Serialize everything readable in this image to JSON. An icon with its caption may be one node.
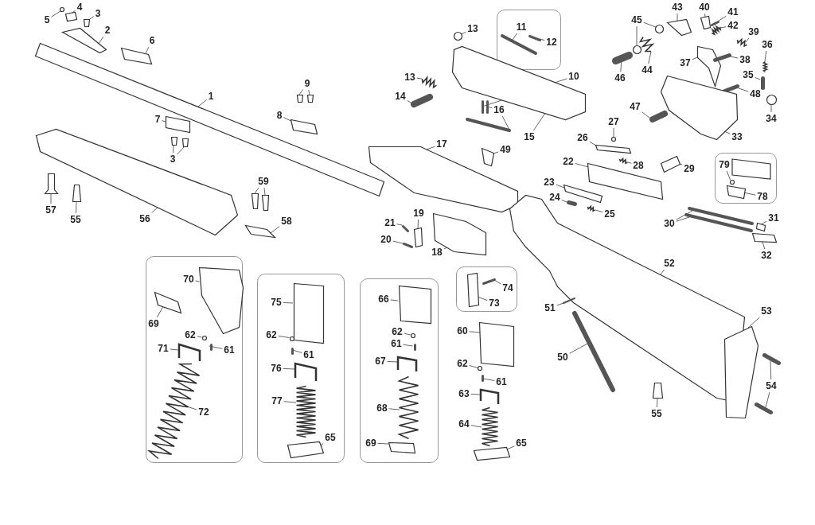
{
  "diagram": {
    "nodes": [
      {
        "text": [
          "5"
        ]
      },
      {
        "text": [
          "4"
        ]
      },
      {
        "text": [
          "3"
        ]
      },
      {
        "text": [
          "2"
        ]
      },
      {
        "text": [
          "6"
        ]
      },
      {
        "text": [
          "1"
        ]
      },
      {
        "text": [
          "9"
        ]
      },
      {
        "text": [
          "8"
        ]
      },
      {
        "text": [
          "7"
        ]
      },
      {
        "text": [
          "3"
        ]
      },
      {
        "text": [
          "57"
        ]
      },
      {
        "text": [
          "55"
        ]
      },
      {
        "text": [
          "56"
        ]
      },
      {
        "text": [
          "59"
        ]
      },
      {
        "text": [
          "58"
        ]
      },
      {
        "text": [
          "13"
        ]
      },
      {
        "text": [],
        "shape": "box"
      },
      {
        "text": [
          "11"
        ],
        "in": 16
      },
      {
        "text": [
          "12"
        ],
        "in": 16
      },
      {
        "text": [
          "13"
        ]
      },
      {
        "text": [
          "14"
        ]
      },
      {
        "text": [
          "10"
        ]
      },
      {
        "text": [
          "16"
        ]
      },
      {
        "text": [
          "15"
        ]
      },
      {
        "text": [
          "17"
        ]
      },
      {
        "text": [
          "49"
        ]
      },
      {
        "text": [
          "43"
        ]
      },
      {
        "text": [
          "40"
        ]
      },
      {
        "text": [
          "41"
        ]
      },
      {
        "text": [
          "42"
        ]
      },
      {
        "text": [
          "45"
        ]
      },
      {
        "text": [
          "39"
        ]
      },
      {
        "text": [
          "36"
        ]
      },
      {
        "text": [
          "44"
        ]
      },
      {
        "text": [
          "46"
        ]
      },
      {
        "text": [
          "37"
        ]
      },
      {
        "text": [
          "38"
        ]
      },
      {
        "text": [
          "35"
        ]
      },
      {
        "text": [
          "48"
        ]
      },
      {
        "text": [
          "47"
        ]
      },
      {
        "text": [
          "34"
        ]
      },
      {
        "text": [
          "27"
        ]
      },
      {
        "text": [
          "33"
        ]
      },
      {
        "text": [
          "26"
        ]
      },
      {
        "text": [
          "28"
        ]
      },
      {
        "text": [
          "29"
        ]
      },
      {
        "text": [
          "22"
        ]
      },
      {
        "text": [
          "23"
        ]
      },
      {
        "text": [
          "24"
        ]
      },
      {
        "text": [
          "25"
        ]
      },
      {
        "text": [],
        "shape": "box"
      },
      {
        "text": [
          "79"
        ],
        "in": 50
      },
      {
        "text": [
          "78"
        ],
        "in": 50
      },
      {
        "text": [
          "30"
        ]
      },
      {
        "text": [
          "31"
        ]
      },
      {
        "text": [
          "32"
        ]
      },
      {
        "text": [
          "19"
        ]
      },
      {
        "text": [
          "21"
        ]
      },
      {
        "text": [
          "20"
        ]
      },
      {
        "text": [
          "18"
        ]
      },
      {
        "text": [
          "52"
        ]
      },
      {
        "text": [],
        "shape": "box"
      },
      {
        "text": [
          "74"
        ],
        "in": 61
      },
      {
        "text": [
          "73"
        ],
        "in": 61
      },
      {
        "text": [
          "51"
        ]
      },
      {
        "text": [
          "50"
        ]
      },
      {
        "text": [
          "53"
        ]
      },
      {
        "text": [
          "54"
        ]
      },
      {
        "text": [
          "55"
        ]
      },
      {
        "text": [],
        "shape": "box"
      },
      {
        "text": [
          "70"
        ],
        "in": 69
      },
      {
        "text": [
          "69"
        ],
        "in": 69
      },
      {
        "text": [
          "62"
        ],
        "in": 69
      },
      {
        "text": [
          "61"
        ],
        "in": 69
      },
      {
        "text": [
          "71"
        ],
        "in": 69
      },
      {
        "text": [
          "72"
        ],
        "in": 69
      },
      {
        "text": [],
        "shape": "box"
      },
      {
        "text": [
          "75"
        ],
        "in": 76
      },
      {
        "text": [
          "62"
        ],
        "in": 76
      },
      {
        "text": [
          "61"
        ],
        "in": 76
      },
      {
        "text": [
          "76"
        ],
        "in": 76
      },
      {
        "text": [
          "77"
        ],
        "in": 76
      },
      {
        "text": [
          "65"
        ],
        "in": 76
      },
      {
        "text": [],
        "shape": "box"
      },
      {
        "text": [
          "66"
        ],
        "in": 83
      },
      {
        "text": [
          "62"
        ],
        "in": 83
      },
      {
        "text": [
          "61"
        ],
        "in": 83
      },
      {
        "text": [
          "67"
        ],
        "in": 83
      },
      {
        "text": [
          "68"
        ],
        "in": 83
      },
      {
        "text": [
          "69"
        ],
        "in": 83
      },
      {
        "text": [
          "60"
        ]
      },
      {
        "text": [
          "62"
        ]
      },
      {
        "text": [
          "61"
        ]
      },
      {
        "text": [
          "63"
        ]
      },
      {
        "text": [
          "64"
        ]
      },
      {
        "text": [
          "65"
        ]
      },
      {
        "text": [],
        "shape": "circle"
      },
      {
        "text": [],
        "shape": "box"
      },
      {
        "text": [],
        "shape": "box"
      },
      {
        "text": [],
        "shape": "box"
      },
      {
        "text": [],
        "shape": "box"
      },
      {
        "text": [],
        "shape": "box"
      },
      {
        "text": [],
        "shape": "box"
      },
      {
        "text": [],
        "shape": "box"
      },
      {
        "text": [],
        "shape": "box"
      },
      {
        "text": [],
        "shape": "box"
      },
      {
        "text": [],
        "shape": "box"
      },
      {
        "text": [],
        "shape": "box"
      },
      {
        "text": [],
        "shape": "box"
      },
      {
        "text": [],
        "shape": "box"
      },
      {
        "text": [],
        "shape": "box"
      },
      {
        "text": [],
        "shape": "box"
      },
      {
        "text": [],
        "shape": "box"
      },
      {
        "text": [],
        "shape": "box"
      },
      {
        "text": [],
        "shape": "circle"
      },
      {
        "text": [],
        "shape": "bar",
        "in": 16
      },
      {
        "text": [],
        "shape": "bar",
        "in": 16
      },
      {
        "text": [],
        "shape": "picture"
      },
      {
        "text": [],
        "shape": "bar"
      },
      {
        "text": [],
        "shape": "bar"
      },
      {
        "text": [],
        "shape": "bar"
      },
      {
        "text": [],
        "shape": "bar"
      },
      {
        "text": [],
        "shape": "box"
      },
      {
        "text": [],
        "shape": "box"
      },
      {
        "text": [],
        "shape": "box"
      },
      {
        "text": [],
        "shape": "box"
      },
      {
        "text": [],
        "shape": "box"
      },
      {
        "text": [],
        "shape": "bar"
      },
      {
        "text": [],
        "shape": "picture"
      },
      {
        "text": [],
        "shape": "circle"
      },
      {
        "text": [],
        "shape": "circle"
      },
      {
        "text": [],
        "shape": "picture"
      },
      {
        "text": [],
        "shape": "picture"
      },
      {
        "text": [],
        "shape": "picture"
      },
      {
        "text": [],
        "shape": "bar"
      },
      {
        "text": [],
        "shape": "box"
      },
      {
        "text": [],
        "shape": "bar"
      },
      {
        "text": [],
        "shape": "bar"
      },
      {
        "text": [],
        "shape": "bar"
      },
      {
        "text": [],
        "shape": "bar"
      },
      {
        "text": [],
        "shape": "circle"
      },
      {
        "text": [],
        "shape": "circle"
      },
      {
        "text": [],
        "shape": "box"
      },
      {
        "text": [],
        "shape": "box"
      },
      {
        "text": [],
        "shape": "picture"
      },
      {
        "text": [],
        "shape": "box"
      },
      {
        "text": [],
        "shape": "box"
      },
      {
        "text": [],
        "shape": "box"
      },
      {
        "text": [],
        "shape": "bar"
      },
      {
        "text": [],
        "shape": "picture"
      },
      {
        "text": [],
        "shape": "circle",
        "in": 50
      },
      {
        "text": [],
        "shape": "box",
        "in": 50
      },
      {
        "text": [],
        "shape": "bar"
      },
      {
        "text": [],
        "shape": "bar"
      },
      {
        "text": [],
        "shape": "box"
      },
      {
        "text": [],
        "shape": "box"
      },
      {
        "text": [],
        "shape": "box"
      },
      {
        "text": [],
        "shape": "bar"
      },
      {
        "text": [],
        "shape": "bar"
      },
      {
        "text": [],
        "shape": "box"
      },
      {
        "text": [],
        "shape": "box"
      },
      {
        "text": [],
        "shape": "box",
        "in": 61
      },
      {
        "text": [],
        "shape": "bar",
        "in": 61
      },
      {
        "text": [],
        "shape": "bar"
      },
      {
        "text": [],
        "shape": "bar"
      },
      {
        "text": [],
        "shape": "box"
      },
      {
        "text": [],
        "shape": "bar"
      },
      {
        "text": [],
        "shape": "bar"
      },
      {
        "text": [],
        "shape": "box"
      },
      {
        "text": [],
        "shape": "box",
        "in": 69
      },
      {
        "text": [],
        "shape": "box",
        "in": 69
      },
      {
        "text": [],
        "shape": "circle",
        "in": 69
      },
      {
        "text": [],
        "shape": "bar",
        "in": 69
      },
      {
        "text": [],
        "shape": "picture",
        "in": 69
      },
      {
        "text": [],
        "shape": "picture",
        "in": 69
      },
      {
        "text": [],
        "shape": "box",
        "in": 76
      },
      {
        "text": [],
        "shape": "circle",
        "in": 76
      },
      {
        "text": [],
        "shape": "bar",
        "in": 76
      },
      {
        "text": [],
        "shape": "picture",
        "in": 76
      },
      {
        "text": [],
        "shape": "picture",
        "in": 76
      },
      {
        "text": [],
        "shape": "box",
        "in": 76
      },
      {
        "text": [],
        "shape": "box",
        "in": 83
      },
      {
        "text": [],
        "shape": "circle",
        "in": 83
      },
      {
        "text": [],
        "shape": "bar",
        "in": 83
      },
      {
        "text": [],
        "shape": "picture",
        "in": 83
      },
      {
        "text": [],
        "shape": "picture",
        "in": 83
      },
      {
        "text": [],
        "shape": "box",
        "in": 83
      },
      {
        "text": [],
        "shape": "box"
      },
      {
        "text": [],
        "shape": "circle"
      },
      {
        "text": [],
        "shape": "bar"
      },
      {
        "text": [],
        "shape": "picture"
      },
      {
        "text": [],
        "shape": "picture"
      },
      {
        "text": [],
        "shape": "box"
      }
    ],
    "edges": [
      {
        "from": 0,
        "to": 96,
        "arrow": "none"
      },
      {
        "from": 1,
        "to": 97,
        "arrow": "none"
      },
      {
        "from": 2,
        "to": 98,
        "arrow": "none"
      },
      {
        "from": 3,
        "to": 99,
        "arrow": "none"
      },
      {
        "from": 4,
        "to": 100,
        "arrow": "none"
      },
      {
        "from": 5,
        "to": 101,
        "arrow": "none"
      },
      {
        "from": 6,
        "to": 102,
        "arrow": "none"
      },
      {
        "from": 6,
        "to": 103,
        "arrow": "none"
      },
      {
        "from": 7,
        "to": 104,
        "arrow": "none"
      },
      {
        "from": 8,
        "to": 105,
        "arrow": "none"
      },
      {
        "from": 9,
        "to": 106,
        "arrow": "none"
      },
      {
        "from": 9,
        "to": 107,
        "arrow": "none"
      },
      {
        "from": 10,
        "to": 108,
        "arrow": "none"
      },
      {
        "from": 11,
        "to": 109,
        "arrow": "none"
      },
      {
        "from": 12,
        "to": 110,
        "arrow": "none"
      },
      {
        "from": 13,
        "to": 111,
        "arrow": "none"
      },
      {
        "from": 13,
        "to": 112,
        "arrow": "none"
      },
      {
        "from": 14,
        "to": 113,
        "arrow": "none"
      },
      {
        "from": 15,
        "to": 114,
        "arrow": "none"
      },
      {
        "from": 17,
        "to": 115,
        "arrow": "none"
      },
      {
        "from": 18,
        "to": 116,
        "arrow": "none"
      },
      {
        "from": 19,
        "to": 117,
        "arrow": "none"
      },
      {
        "from": 20,
        "to": 118,
        "arrow": "none"
      },
      {
        "from": 21,
        "to": 119,
        "arrow": "none"
      },
      {
        "from": 22,
        "to": 120,
        "arrow": "none"
      },
      {
        "from": 22,
        "to": 121,
        "arrow": "none"
      },
      {
        "from": 23,
        "to": 122,
        "arrow": "none"
      },
      {
        "from": 24,
        "to": 123,
        "arrow": "none"
      },
      {
        "from": 25,
        "to": 124,
        "arrow": "none"
      },
      {
        "from": 26,
        "to": 125,
        "arrow": "none"
      },
      {
        "from": 27,
        "to": 126,
        "arrow": "none"
      },
      {
        "from": 28,
        "to": 127,
        "arrow": "none"
      },
      {
        "from": 29,
        "to": 128,
        "arrow": "none"
      },
      {
        "from": 30,
        "to": 129,
        "arrow": "none"
      },
      {
        "from": 30,
        "to": 130,
        "arrow": "none"
      },
      {
        "from": 31,
        "to": 131,
        "arrow": "none"
      },
      {
        "from": 32,
        "to": 132,
        "arrow": "none"
      },
      {
        "from": 33,
        "to": 133,
        "arrow": "none"
      },
      {
        "from": 34,
        "to": 134,
        "arrow": "none"
      },
      {
        "from": 35,
        "to": 135,
        "arrow": "none"
      },
      {
        "from": 36,
        "to": 136,
        "arrow": "none"
      },
      {
        "from": 37,
        "to": 137,
        "arrow": "none"
      },
      {
        "from": 38,
        "to": 138,
        "arrow": "none"
      },
      {
        "from": 39,
        "to": 139,
        "arrow": "none"
      },
      {
        "from": 40,
        "to": 140,
        "arrow": "none"
      },
      {
        "from": 41,
        "to": 141,
        "arrow": "none"
      },
      {
        "from": 42,
        "to": 142,
        "arrow": "none"
      },
      {
        "from": 43,
        "to": 143,
        "arrow": "none"
      },
      {
        "from": 44,
        "to": 144,
        "arrow": "none"
      },
      {
        "from": 45,
        "to": 145,
        "arrow": "none"
      },
      {
        "from": 46,
        "to": 146,
        "arrow": "none"
      },
      {
        "from": 47,
        "to": 147,
        "arrow": "none"
      },
      {
        "from": 48,
        "to": 148,
        "arrow": "none"
      },
      {
        "from": 49,
        "to": 149,
        "arrow": "none"
      },
      {
        "from": 51,
        "to": 150,
        "arrow": "none"
      },
      {
        "from": 52,
        "to": 151,
        "arrow": "none"
      },
      {
        "from": 53,
        "to": 152,
        "arrow": "none"
      },
      {
        "from": 53,
        "to": 153,
        "arrow": "none"
      },
      {
        "from": 54,
        "to": 154,
        "arrow": "none"
      },
      {
        "from": 55,
        "to": 155,
        "arrow": "none"
      },
      {
        "from": 56,
        "to": 156,
        "arrow": "none"
      },
      {
        "from": 57,
        "to": 157,
        "arrow": "none"
      },
      {
        "from": 58,
        "to": 158,
        "arrow": "none"
      },
      {
        "from": 59,
        "to": 159,
        "arrow": "none"
      },
      {
        "from": 60,
        "to": 160,
        "arrow": "none"
      },
      {
        "from": 62,
        "to": 162,
        "arrow": "none"
      },
      {
        "from": 63,
        "to": 161,
        "arrow": "none"
      },
      {
        "from": 64,
        "to": 163,
        "arrow": "none"
      },
      {
        "from": 65,
        "to": 164,
        "arrow": "none"
      },
      {
        "from": 66,
        "to": 165,
        "arrow": "none"
      },
      {
        "from": 67,
        "to": 166,
        "arrow": "none"
      },
      {
        "from": 67,
        "to": 167,
        "arrow": "none"
      },
      {
        "from": 68,
        "to": 168,
        "arrow": "none"
      },
      {
        "from": 70,
        "to": 169,
        "arrow": "none"
      },
      {
        "from": 71,
        "to": 170,
        "arrow": "none"
      },
      {
        "from": 72,
        "to": 171,
        "arrow": "none"
      },
      {
        "from": 73,
        "to": 172,
        "arrow": "none"
      },
      {
        "from": 74,
        "to": 173,
        "arrow": "none"
      },
      {
        "from": 75,
        "to": 174,
        "arrow": "none"
      },
      {
        "from": 77,
        "to": 175,
        "arrow": "none"
      },
      {
        "from": 78,
        "to": 176,
        "arrow": "none"
      },
      {
        "from": 79,
        "to": 177,
        "arrow": "none"
      },
      {
        "from": 80,
        "to": 178,
        "arrow": "none"
      },
      {
        "from": 81,
        "to": 179,
        "arrow": "none"
      },
      {
        "from": 82,
        "to": 180,
        "arrow": "none"
      },
      {
        "from": 84,
        "to": 181,
        "arrow": "none"
      },
      {
        "from": 85,
        "to": 182,
        "arrow": "none"
      },
      {
        "from": 86,
        "to": 183,
        "arrow": "none"
      },
      {
        "from": 87,
        "to": 184,
        "arrow": "none"
      },
      {
        "from": 88,
        "to": 185,
        "arrow": "none"
      },
      {
        "from": 89,
        "to": 186,
        "arrow": "none"
      },
      {
        "from": 90,
        "to": 187,
        "arrow": "none"
      },
      {
        "from": 91,
        "to": 188,
        "arrow": "none"
      },
      {
        "from": 92,
        "to": 189,
        "arrow": "none"
      },
      {
        "from": 93,
        "to": 190,
        "arrow": "none"
      },
      {
        "from": 94,
        "to": 191,
        "arrow": "none"
      },
      {
        "from": 95,
        "to": 192,
        "arrow": "none"
      }
    ]
  }
}
